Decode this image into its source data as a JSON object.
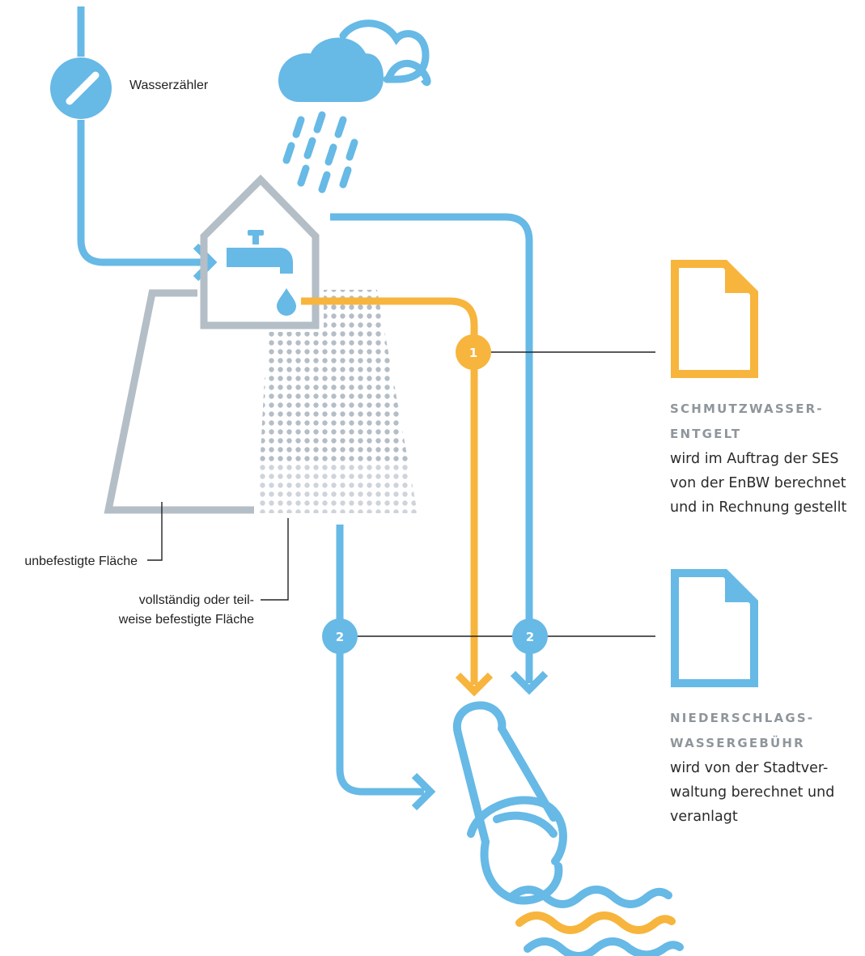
{
  "colors": {
    "blue": "#67b9e6",
    "orange": "#f7b53d",
    "grey": "#b4bec6",
    "line": "#222222"
  },
  "labels": {
    "meter": "Wasserzähler",
    "unpaved": "unbefestigte Fläche",
    "paved_line1": "vollständig oder teil-",
    "paved_line2": "weise befestigte Fläche"
  },
  "badges": {
    "one": "1",
    "two": "2"
  },
  "fees": {
    "wastewater": {
      "heading_line1": "SCHMUTZWASSER-",
      "heading_line2": "ENTGELT",
      "desc_line1": "wird im Auftrag der SES",
      "desc_line2": "von der EnBW berechnet",
      "desc_line3": "und in Rechnung gestellt"
    },
    "rainwater": {
      "heading_line1": "NIEDERSCHLAGS-",
      "heading_line2": "WASSERGEBÜHR",
      "desc_line1": "wird von der Stadtver-",
      "desc_line2": "waltung berechnet und",
      "desc_line3": "veranlagt"
    }
  },
  "icons": {
    "meter": "water-meter-icon",
    "cloud": "rain-cloud-icon",
    "house": "house-icon",
    "tap": "faucet-icon",
    "drop": "water-drop-icon",
    "document": "document-icon",
    "pipe": "sewer-pipe-icon",
    "waves": "water-waves-icon"
  }
}
